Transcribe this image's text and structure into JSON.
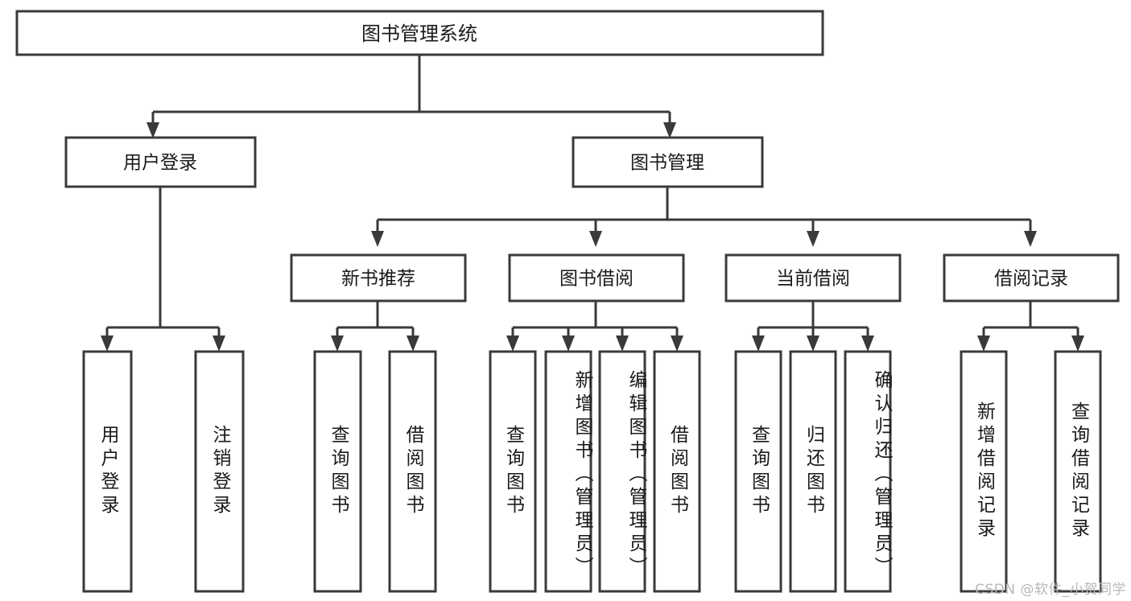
{
  "diagram": {
    "type": "tree",
    "title": "图书管理系统",
    "watermark": "CSDN @软件_小贺同学",
    "colors": {
      "stroke": "#3a3a3a",
      "fill": "#ffffff",
      "text": "#1a1a1a",
      "watermark": "#b8b8b8",
      "background": "#ffffff"
    },
    "root": {
      "label": "图书管理系统"
    },
    "level2": [
      {
        "label": "用户登录"
      },
      {
        "label": "图书管理"
      }
    ],
    "level3": [
      {
        "label": "新书推荐"
      },
      {
        "label": "图书借阅"
      },
      {
        "label": "当前借阅"
      },
      {
        "label": "借阅记录"
      }
    ],
    "leaves": {
      "user_login": [
        {
          "label": "用户登录"
        },
        {
          "label": "注销登录"
        }
      ],
      "new_book_recommend": [
        {
          "label": "查询图书"
        },
        {
          "label": "借阅图书"
        }
      ],
      "book_borrow": [
        {
          "label": "查询图书"
        },
        {
          "label": "新增图书（管理员）"
        },
        {
          "label": "编辑图书（管理员）"
        },
        {
          "label": "借阅图书"
        }
      ],
      "current_borrow": [
        {
          "label": "查询图书"
        },
        {
          "label": "归还图书"
        },
        {
          "label": "确认归还（管理员）"
        }
      ],
      "borrow_records": [
        {
          "label": "新增借阅记录"
        },
        {
          "label": "查询借阅记录"
        }
      ]
    }
  }
}
